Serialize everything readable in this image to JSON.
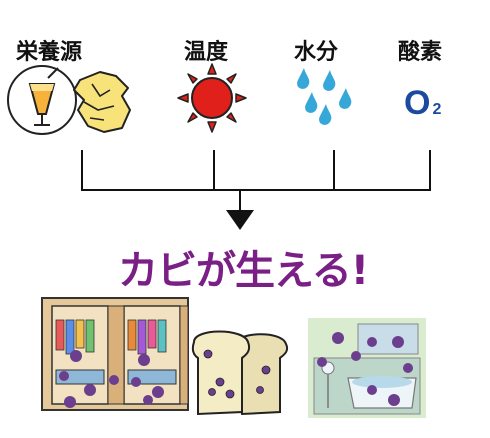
{
  "factors": {
    "nutrition": "栄養源",
    "temperature": "温度",
    "moisture": "水分",
    "oxygen": "酸素"
  },
  "oxygen_symbol": {
    "letter": "O",
    "subscript": "2"
  },
  "headline": "カビが生える!",
  "colors": {
    "headline": "#7a1f86",
    "sun": "#e0201a",
    "water": "#35a7d8",
    "oxygen": "#1c4a9e",
    "mold": "#6b3f8e"
  },
  "icons": [
    "juice-glass-icon",
    "shirt-icon",
    "sun-icon",
    "water-drops-icon",
    "o2-icon",
    "closet-mold-icon",
    "bread-mold-icon",
    "bathroom-mold-icon",
    "arrow-down-icon"
  ]
}
